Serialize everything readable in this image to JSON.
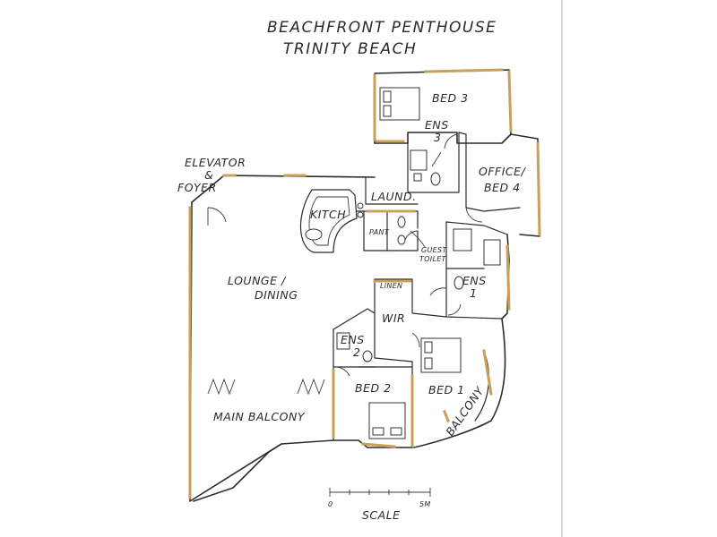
{
  "title": {
    "line1": "BEACHFRONT PENTHOUSE",
    "line2": "TRINITY BEACH"
  },
  "rooms": {
    "bed3": "BED 3",
    "ens3_a": "ENS",
    "ens3_b": "3",
    "office_a": "OFFICE/",
    "office_b": "BED 4",
    "elevator_a": "ELEVATOR",
    "elevator_b": "&",
    "elevator_c": "FOYER",
    "kitch": "KITCH",
    "laund": "LAUND.",
    "pant": "PANT",
    "guest_a": "GUEST",
    "guest_b": "TOILET",
    "lounge_a": "LOUNGE /",
    "lounge_b": "DINING",
    "linen": "LINEN",
    "ens1_a": "ENS",
    "ens1_b": "1",
    "wir": "WIR",
    "ens2_a": "ENS",
    "ens2_b": "2",
    "bed2": "BED 2",
    "bed1": "BED 1",
    "main_balcony": "MAIN BALCONY",
    "balcony": "BALCONY"
  },
  "scale": {
    "start": "0",
    "end": "5M",
    "label": "SCALE"
  },
  "colors": {
    "walls": "#2b2b2b",
    "windows": "#c9a05a",
    "paper": "#ffffff"
  }
}
